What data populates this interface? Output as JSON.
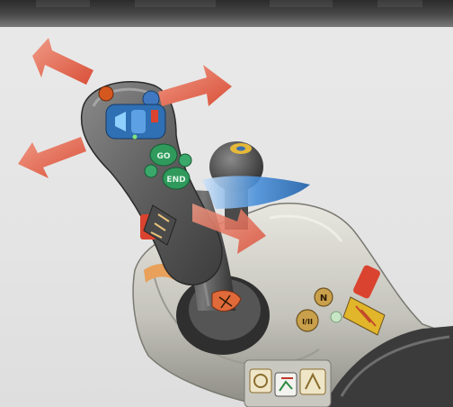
{
  "labels": {
    "go": "GO",
    "end": "END",
    "neutral": "N",
    "range": "I/II"
  },
  "colors": {
    "arrow": "#e8684f",
    "arrow_light": "#f3a08e",
    "button_blue": "#2f6fb3",
    "button_green": "#2f9a5c",
    "button_orange": "#d4581e",
    "handle_dark": "#5a5a5a",
    "housing": "#c9c9c3",
    "warning_yellow": "#e2b62a"
  },
  "icons": [
    "move-arrow-icon",
    "tractor-icon",
    "speed-icon",
    "headland-sequence-icon",
    "hitch-icon"
  ]
}
